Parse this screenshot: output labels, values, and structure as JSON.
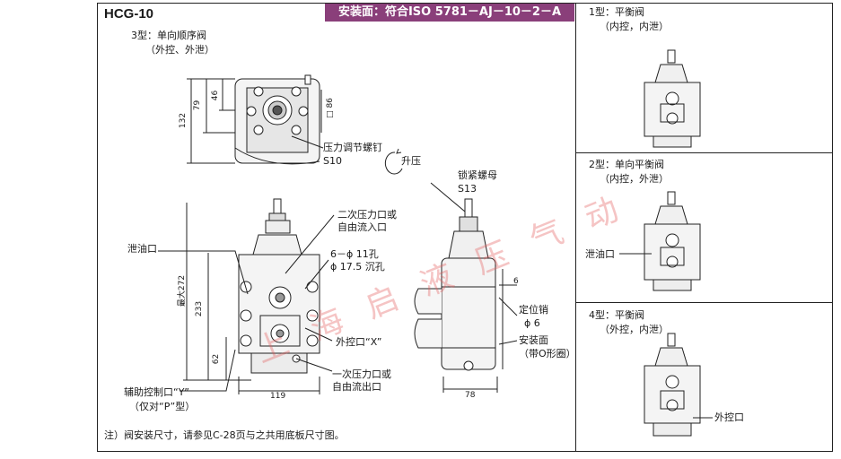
{
  "header": {
    "model": "HCG-10",
    "mounting_banner": "安装面：符合ISO 5781－AJ－10－2－A"
  },
  "main": {
    "type_title": "3型：单向顺序阀",
    "type_subtitle": "（外控、外泄）",
    "top_view": {
      "dim_132": "132",
      "dim_79": "79",
      "dim_46": "46",
      "dim_86": "□ 86",
      "screw_label": "压力调节螺钉",
      "screw_size": "S10",
      "rise_label": "升压"
    },
    "front_view": {
      "secondary_port_1": "二次压力口或",
      "secondary_port_2": "自由流入口",
      "hole_1": "6－ϕ 11孔",
      "hole_2": "ϕ 17.5 沉孔",
      "drain": "泄油口",
      "max_272": "最大272",
      "dim_233": "233",
      "dim_62": "62",
      "ext_pilot": "外控口“X”",
      "primary_port_1": "一次压力口或",
      "primary_port_2": "自由流出口",
      "aux_pilot": "辅助控制口“Y”",
      "aux_pilot_note": "（仅对“P”型）",
      "dim_119": "119"
    },
    "side_view": {
      "lock_nut": "锁紧螺母",
      "lock_nut_size": "S13",
      "dim_6": "6",
      "locating_pin": "定位销",
      "pin_size": "ϕ 6",
      "mount_face": "安装面",
      "oring": "（带O形圈）",
      "dim_78": "78"
    },
    "footnote": "注）阀安装尺寸，请参见C-28页与之共用底板尺寸图。"
  },
  "right_panel": {
    "type1_title": "1型：平衡阀",
    "type1_sub": "（内控，内泄）",
    "type2_title": "2型：单向平衡阀",
    "type2_sub": "（内控，外泄）",
    "type2_label": "泄油口",
    "type4_title": "4型：平衡阀",
    "type4_sub": "（外控，内泄）",
    "type4_label": "外控口"
  },
  "watermark": "上海启液压气动",
  "colors": {
    "banner": "#8a3f7a",
    "watermark": "#e35a5a"
  }
}
